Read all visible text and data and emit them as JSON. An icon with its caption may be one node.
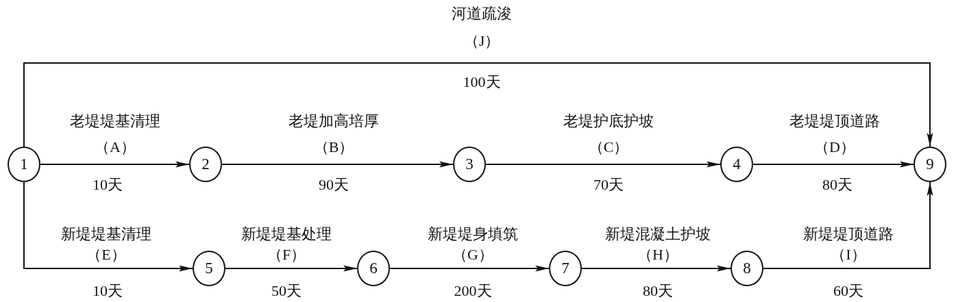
{
  "diagram": {
    "nodes": [
      {
        "text": [
          "1"
        ]
      },
      {
        "text": [
          "2"
        ]
      },
      {
        "text": [
          "3"
        ]
      },
      {
        "text": [
          "4"
        ]
      },
      {
        "text": [
          "5"
        ]
      },
      {
        "text": [
          "6"
        ]
      },
      {
        "text": [
          "7"
        ]
      },
      {
        "text": [
          "8"
        ]
      },
      {
        "text": [
          "9"
        ]
      }
    ],
    "edges": [
      {
        "from": 0,
        "to": 1,
        "arrow": "to",
        "label": "老堤堤基清理（A）"
      },
      {
        "from": 1,
        "to": 2,
        "arrow": "to",
        "label": "老堤加高培厚（B）"
      },
      {
        "from": 2,
        "to": 3,
        "arrow": "to",
        "label": "老堤护底护坡（C）"
      },
      {
        "from": 3,
        "to": 8,
        "arrow": "to",
        "label": "老堤堤顶道路（D）"
      },
      {
        "from": 0,
        "to": 4,
        "arrow": "to",
        "label": "新堤堤基清理（E）"
      },
      {
        "from": 4,
        "to": 5,
        "arrow": "to",
        "label": "新堤堤基处理（F）"
      },
      {
        "from": 5,
        "to": 6,
        "arrow": "to",
        "label": "新堤堤身填筑（G）"
      },
      {
        "from": 6,
        "to": 7,
        "arrow": "to",
        "label": "新堤混凝土护坡（H）"
      },
      {
        "from": 7,
        "to": 8,
        "arrow": "to",
        "label": "新堤堤顶道路（I）"
      },
      {
        "from": 0,
        "to": 8,
        "arrow": "to",
        "label": "河道疏浚（J）"
      }
    ],
    "labels": [
      "100天",
      "10天",
      "90天",
      "70天",
      "80天",
      "10天",
      "50天",
      "200天",
      "80天",
      "60天"
    ]
  }
}
